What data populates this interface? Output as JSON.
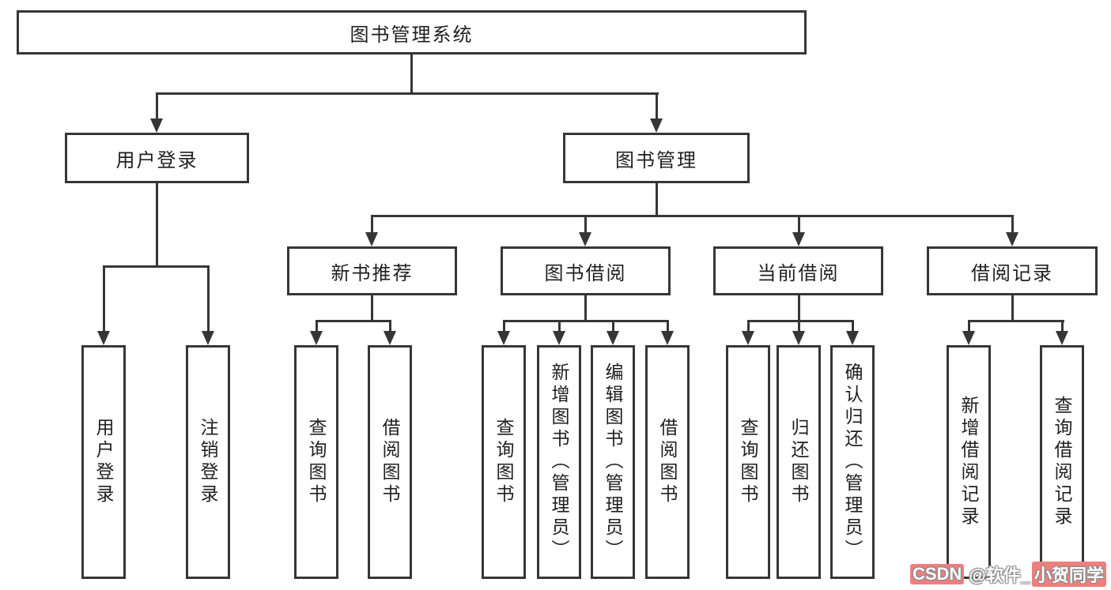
{
  "tree": {
    "label": "图书管理系统",
    "children": [
      {
        "label": "用户登录",
        "children": [
          {
            "label": "用户登录"
          },
          {
            "label": "注销登录"
          }
        ]
      },
      {
        "label": "图书管理",
        "children": [
          {
            "label": "新书推荐",
            "children": [
              {
                "label": "查询图书"
              },
              {
                "label": "借阅图书"
              }
            ]
          },
          {
            "label": "图书借阅",
            "children": [
              {
                "label": "查询图书"
              },
              {
                "label": "新增图书（管理员）"
              },
              {
                "label": "编辑图书（管理员）"
              },
              {
                "label": "借阅图书"
              }
            ]
          },
          {
            "label": "当前借阅",
            "children": [
              {
                "label": "查询图书"
              },
              {
                "label": "归还图书"
              },
              {
                "label": "确认归还（管理员）"
              }
            ]
          },
          {
            "label": "借阅记录",
            "children": [
              {
                "label": "新增借阅记录"
              },
              {
                "label": "查询借阅记录"
              }
            ]
          }
        ]
      }
    ]
  },
  "watermark": {
    "brand": "CSDN",
    "handle": "@软件_",
    "name": "小贺同学"
  },
  "colors": {
    "line": "#363636",
    "box_border": "#363636",
    "text": "#1f1f1f",
    "background": "#ffffff",
    "watermark_bg": "#ef7f7f",
    "watermark_text": "#ffffff"
  }
}
